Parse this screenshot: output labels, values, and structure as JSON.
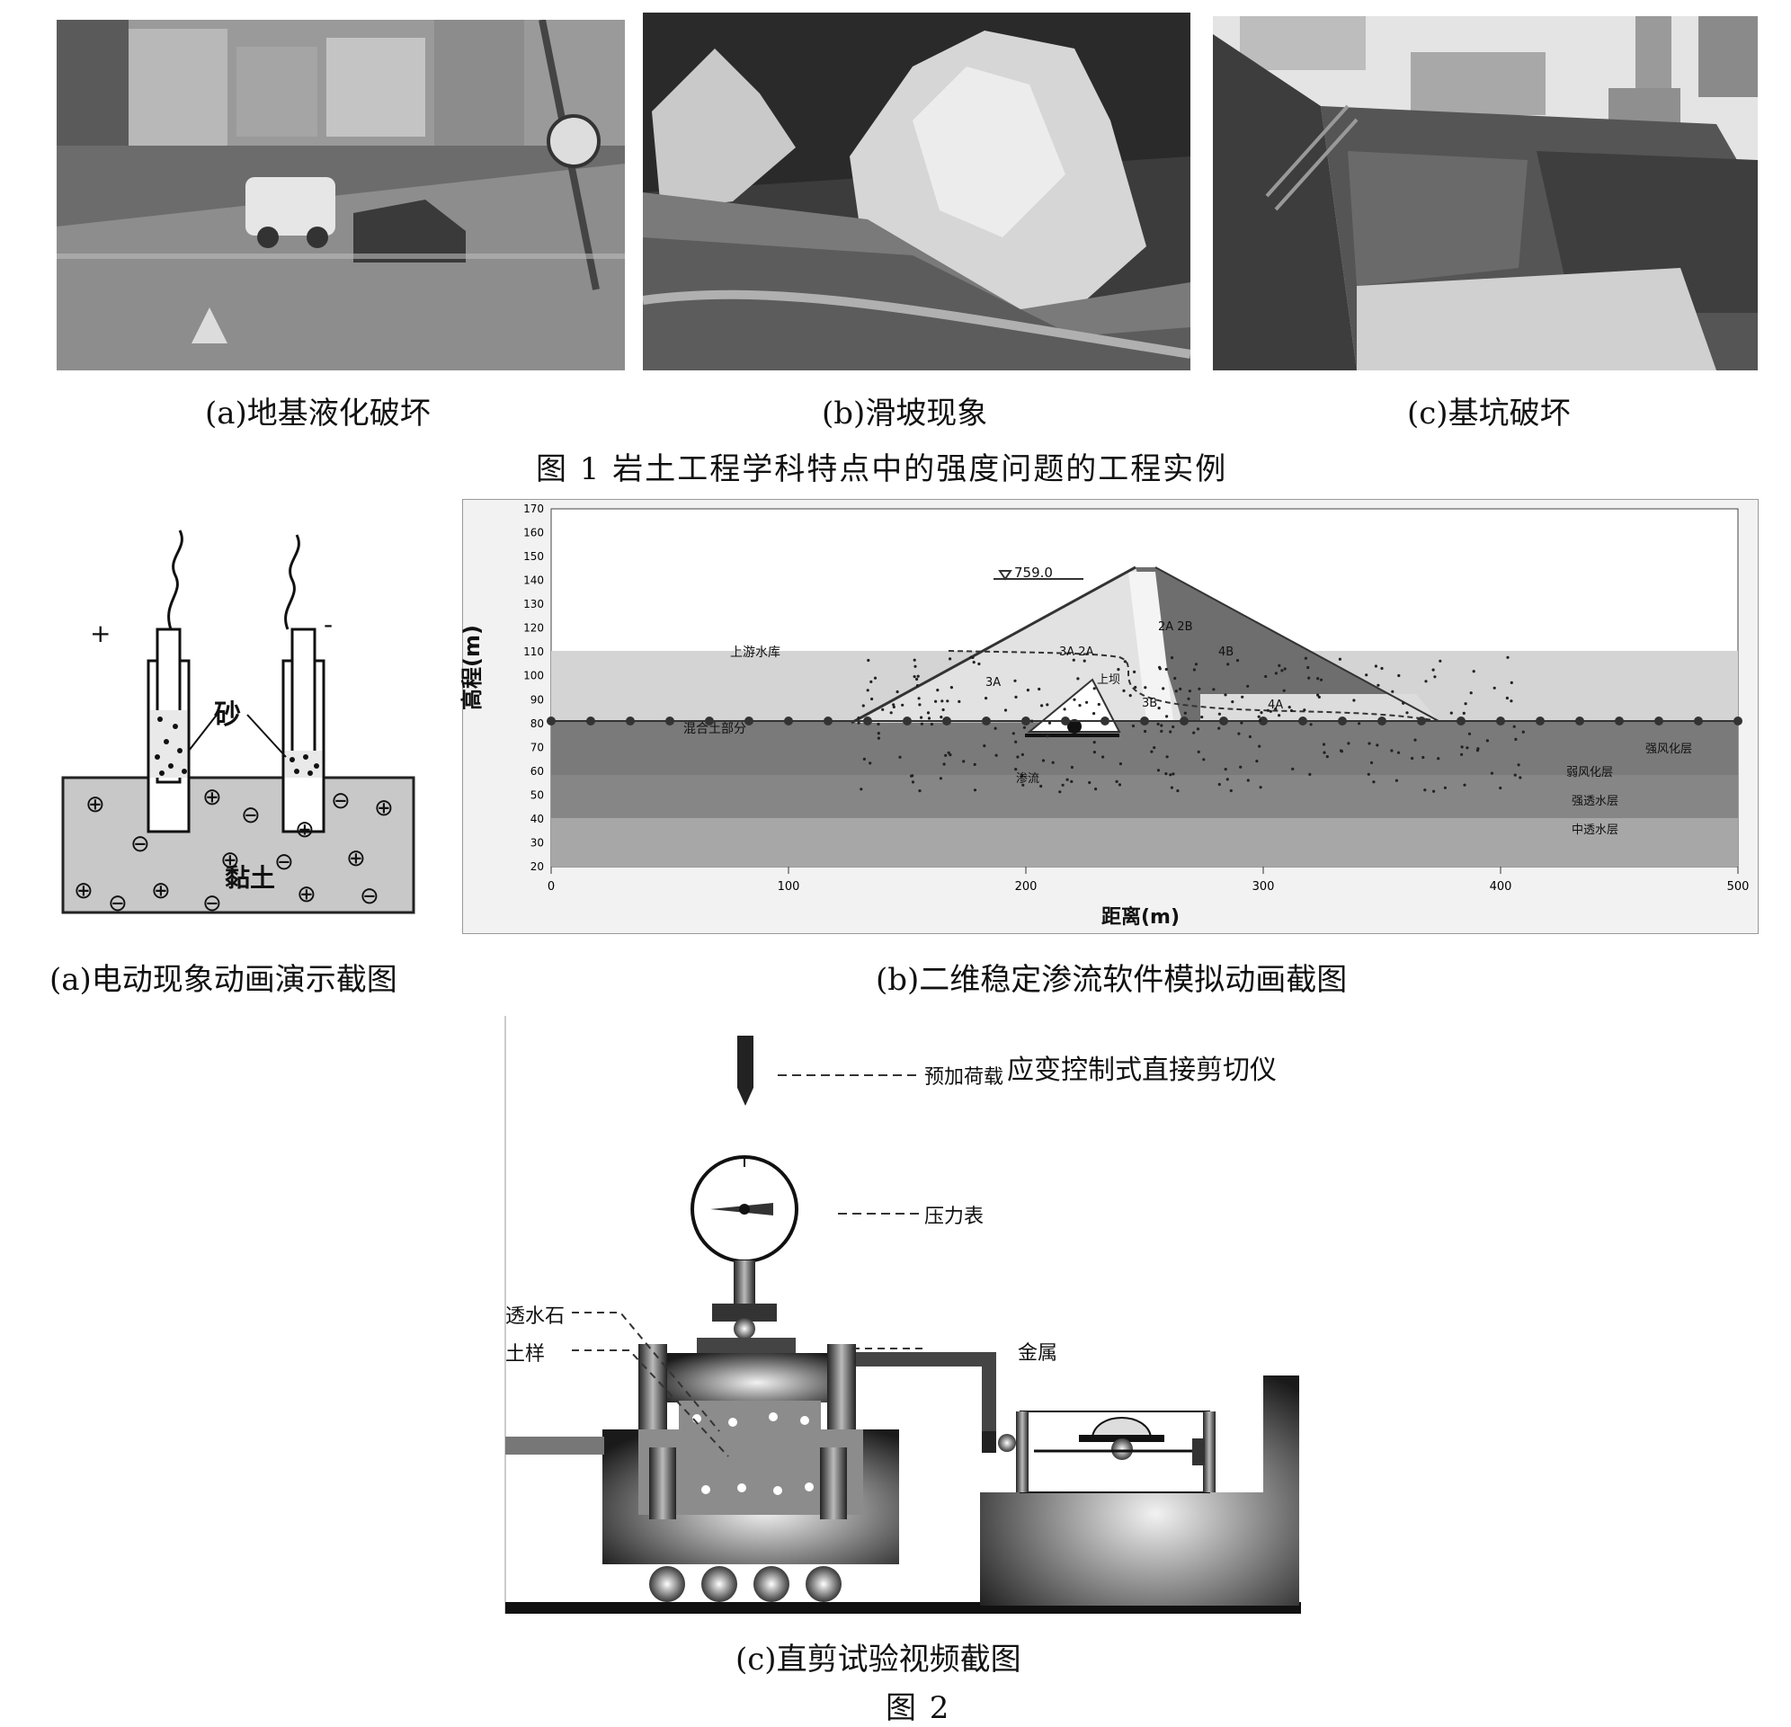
{
  "figure1": {
    "title": "图 1  岩土工程学科特点中的强度问题的工程实例",
    "captions": [
      "(a)地基液化破坏",
      "(b)滑坡现象",
      "(c)基坑破坏"
    ]
  },
  "figure2": {
    "title": "图 2",
    "captions": [
      "(a)电动现象动画演示截图",
      "(b)二维稳定渗流软件模拟动画截图",
      "(c)直剪试验视频截图"
    ]
  },
  "electro": {
    "plus": "+",
    "minus": "-",
    "sand": "砂",
    "clay": "黏土",
    "ion_plus": "⊕",
    "ion_minus": "⊖"
  },
  "seepage": {
    "ylabel": "高程(m)",
    "xlabel": "距离(m)",
    "water_level": "759.0",
    "x_ticks": [
      "0",
      "100",
      "200",
      "300",
      "400",
      "500"
    ],
    "y_ticks": [
      "20",
      "30",
      "40",
      "50",
      "60",
      "70",
      "80",
      "90",
      "100",
      "110",
      "120",
      "130",
      "140",
      "150",
      "160",
      "170"
    ],
    "zone_labels": [
      "上游水库",
      "混合土部分",
      "3A",
      "3A 2A",
      "2A 2B",
      "4B",
      "4A",
      "3B",
      "上坝",
      "强风化层",
      "弱风化层",
      "强透水层",
      "中透水层",
      "渗流"
    ]
  },
  "shear": {
    "title": "应变控制式直接剪切仪",
    "labels": [
      "预加荷载",
      "压力表",
      "透水石",
      "土样",
      "金属"
    ]
  }
}
